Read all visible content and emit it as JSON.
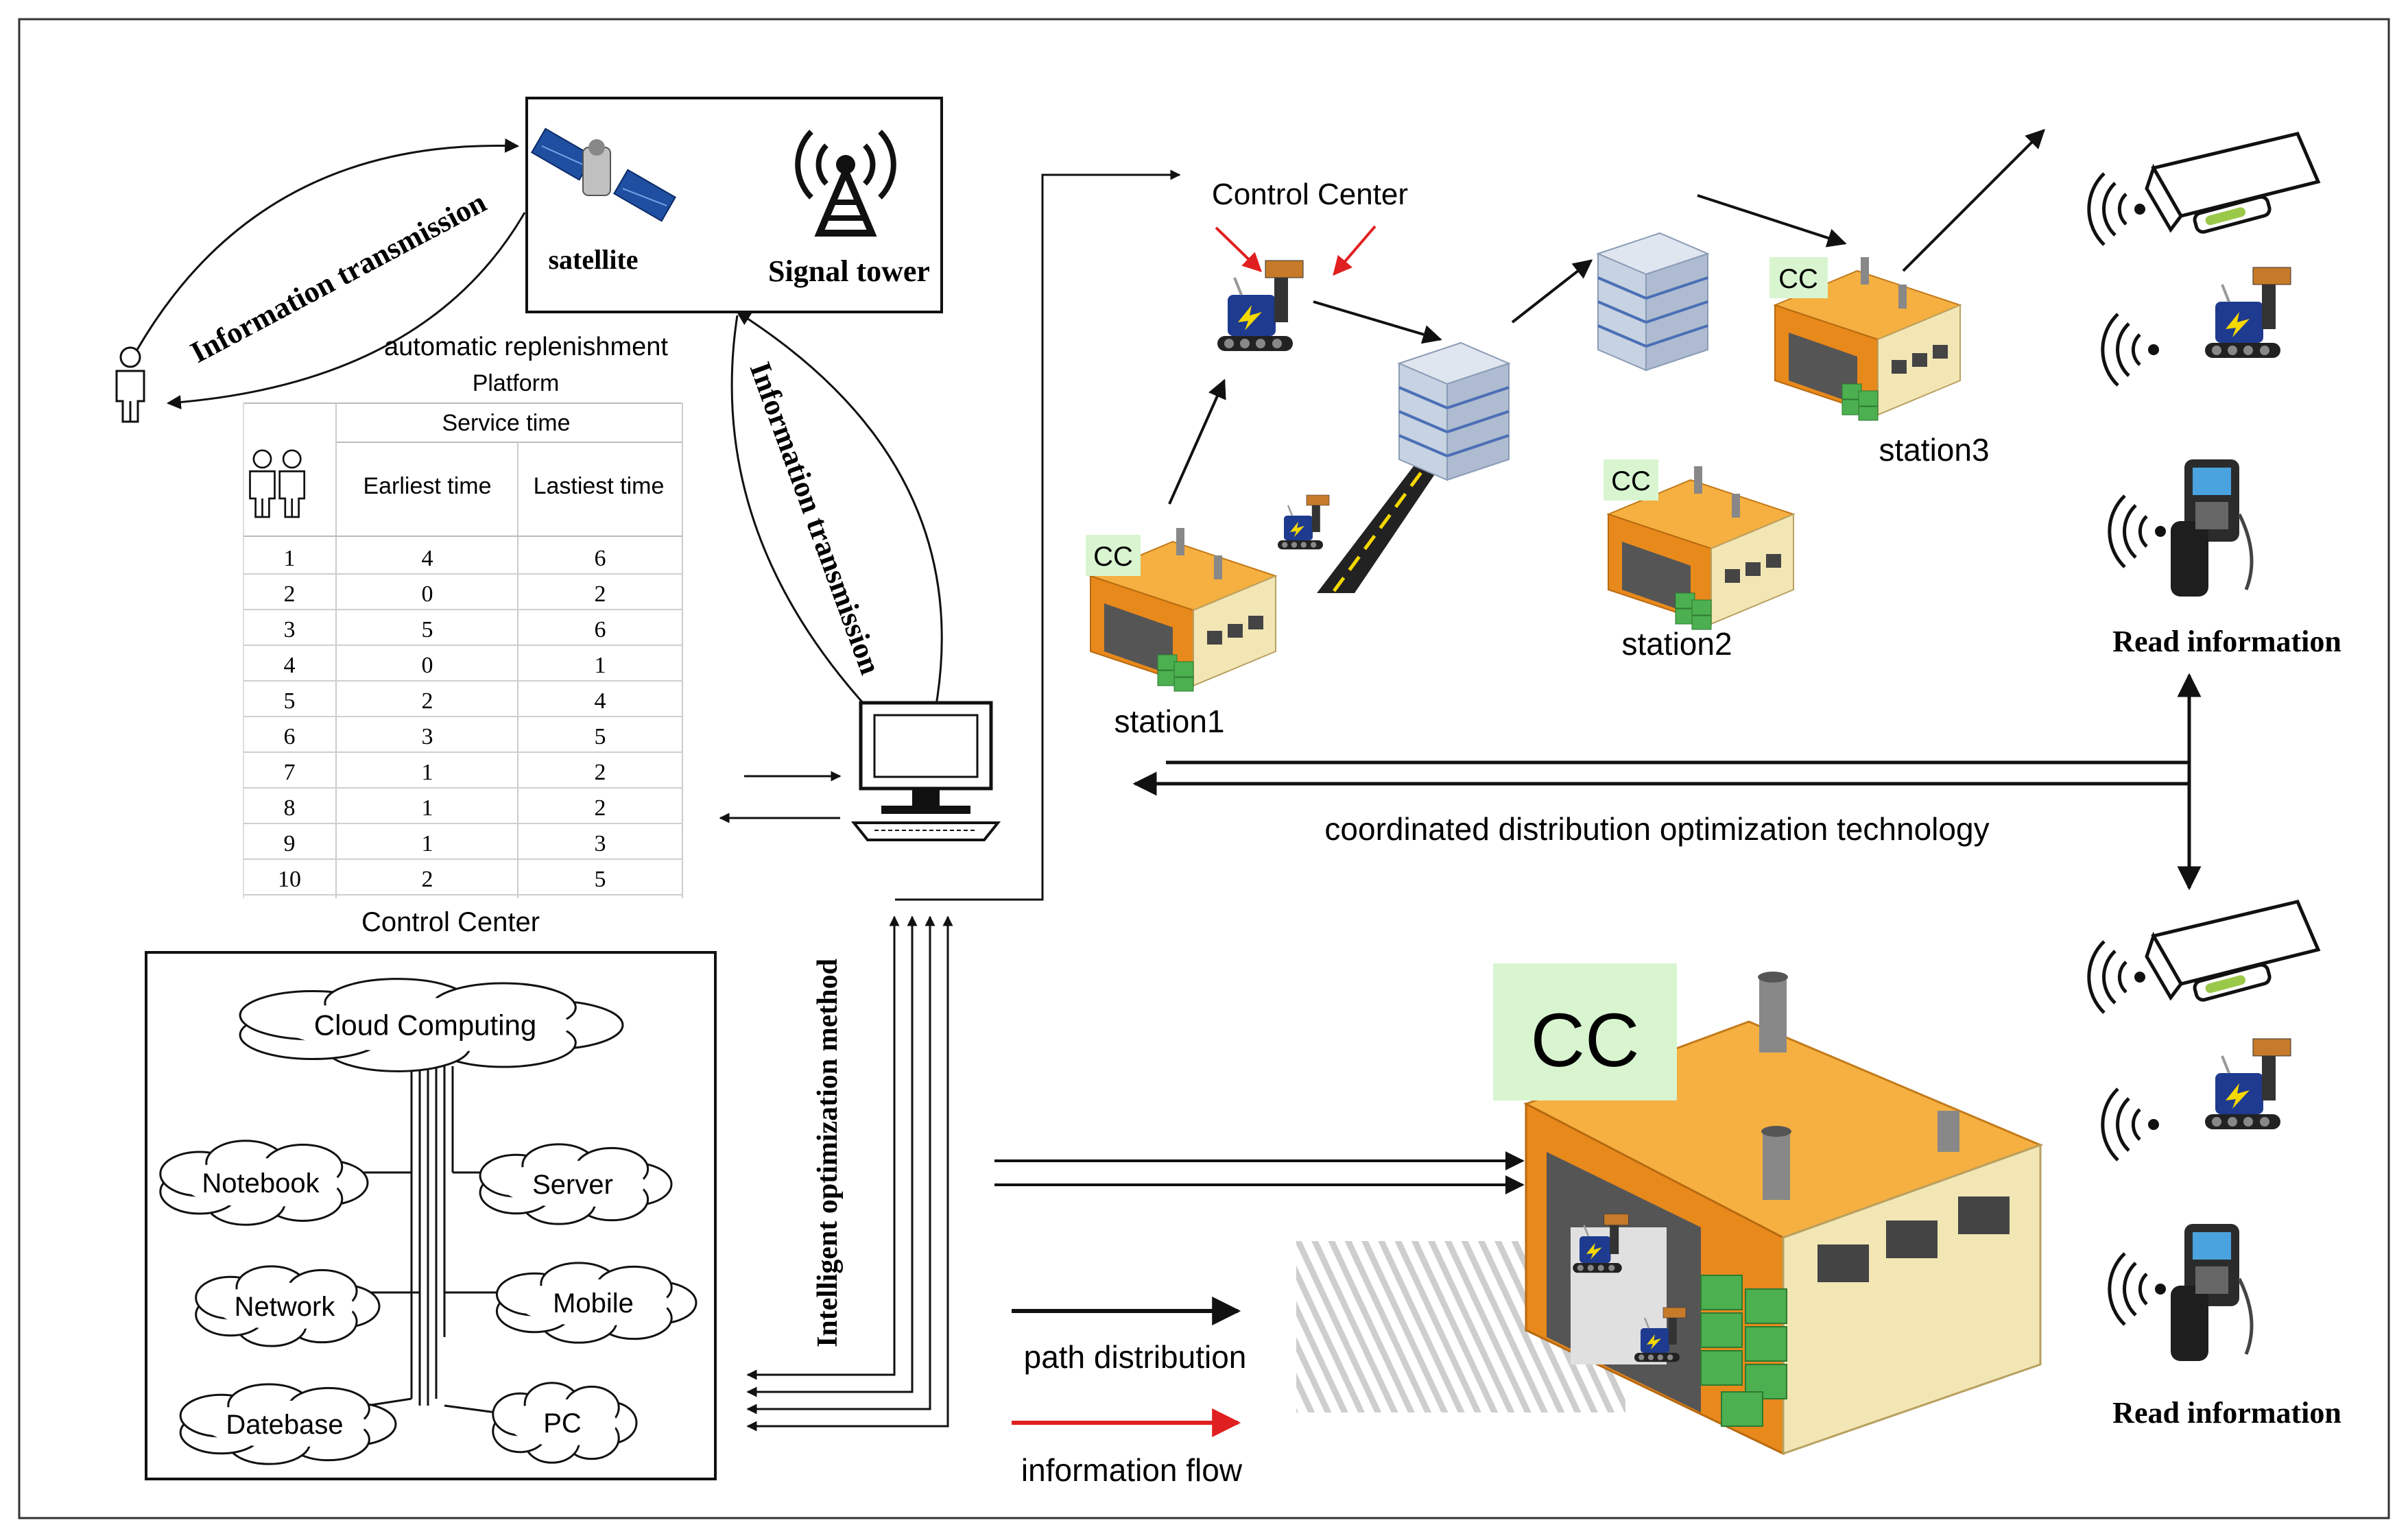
{
  "colors": {
    "line": "#111111",
    "red_arrow": "#e02020",
    "cc_badge": "#d8f5d0",
    "warehouse_roof": "#f5b041",
    "warehouse_front": "#f0e6b8",
    "warehouse_side": "#e8891c",
    "shelf": "#b8c6d8",
    "robot_blue": "#1f3b8f",
    "road": "#222222",
    "road_stripe": "#f5d800"
  },
  "comm": {
    "satellite_label": "satellite",
    "tower_label": "Signal tower",
    "info_transmission_left": "Information transmission",
    "info_transmission_right": "Information transmission"
  },
  "platform": {
    "title_line1": "automatic replenishment",
    "title_line2": "Platform",
    "service_time": "Service time",
    "col_earliest": "Earliest time",
    "col_latest": "Lastiest time",
    "rows": [
      {
        "id": "1",
        "earliest": "4",
        "latest": "6"
      },
      {
        "id": "2",
        "earliest": "0",
        "latest": "2"
      },
      {
        "id": "3",
        "earliest": "5",
        "latest": "6"
      },
      {
        "id": "4",
        "earliest": "0",
        "latest": "1"
      },
      {
        "id": "5",
        "earliest": "2",
        "latest": "4"
      },
      {
        "id": "6",
        "earliest": "3",
        "latest": "5"
      },
      {
        "id": "7",
        "earliest": "1",
        "latest": "2"
      },
      {
        "id": "8",
        "earliest": "1",
        "latest": "2"
      },
      {
        "id": "9",
        "earliest": "1",
        "latest": "3"
      },
      {
        "id": "10",
        "earliest": "2",
        "latest": "5"
      }
    ],
    "caption": "Control Center"
  },
  "cloud": {
    "root": "Cloud Computing",
    "nodes": [
      "Notebook",
      "Server",
      "Network",
      "Mobile",
      "Datebase",
      "PC"
    ]
  },
  "method_label": "Intelligent optimization method",
  "network": {
    "control_center": "Control Center",
    "cc_badge": "CC",
    "station1": "station1",
    "station2": "station2",
    "station3": "station3",
    "coordinated": "coordinated distribution optimization technology",
    "read_info_top": "Read information",
    "read_info_bottom": "Read information"
  },
  "legend": {
    "path": "path  distribution",
    "info": "information flow"
  },
  "big_cc": "CC"
}
